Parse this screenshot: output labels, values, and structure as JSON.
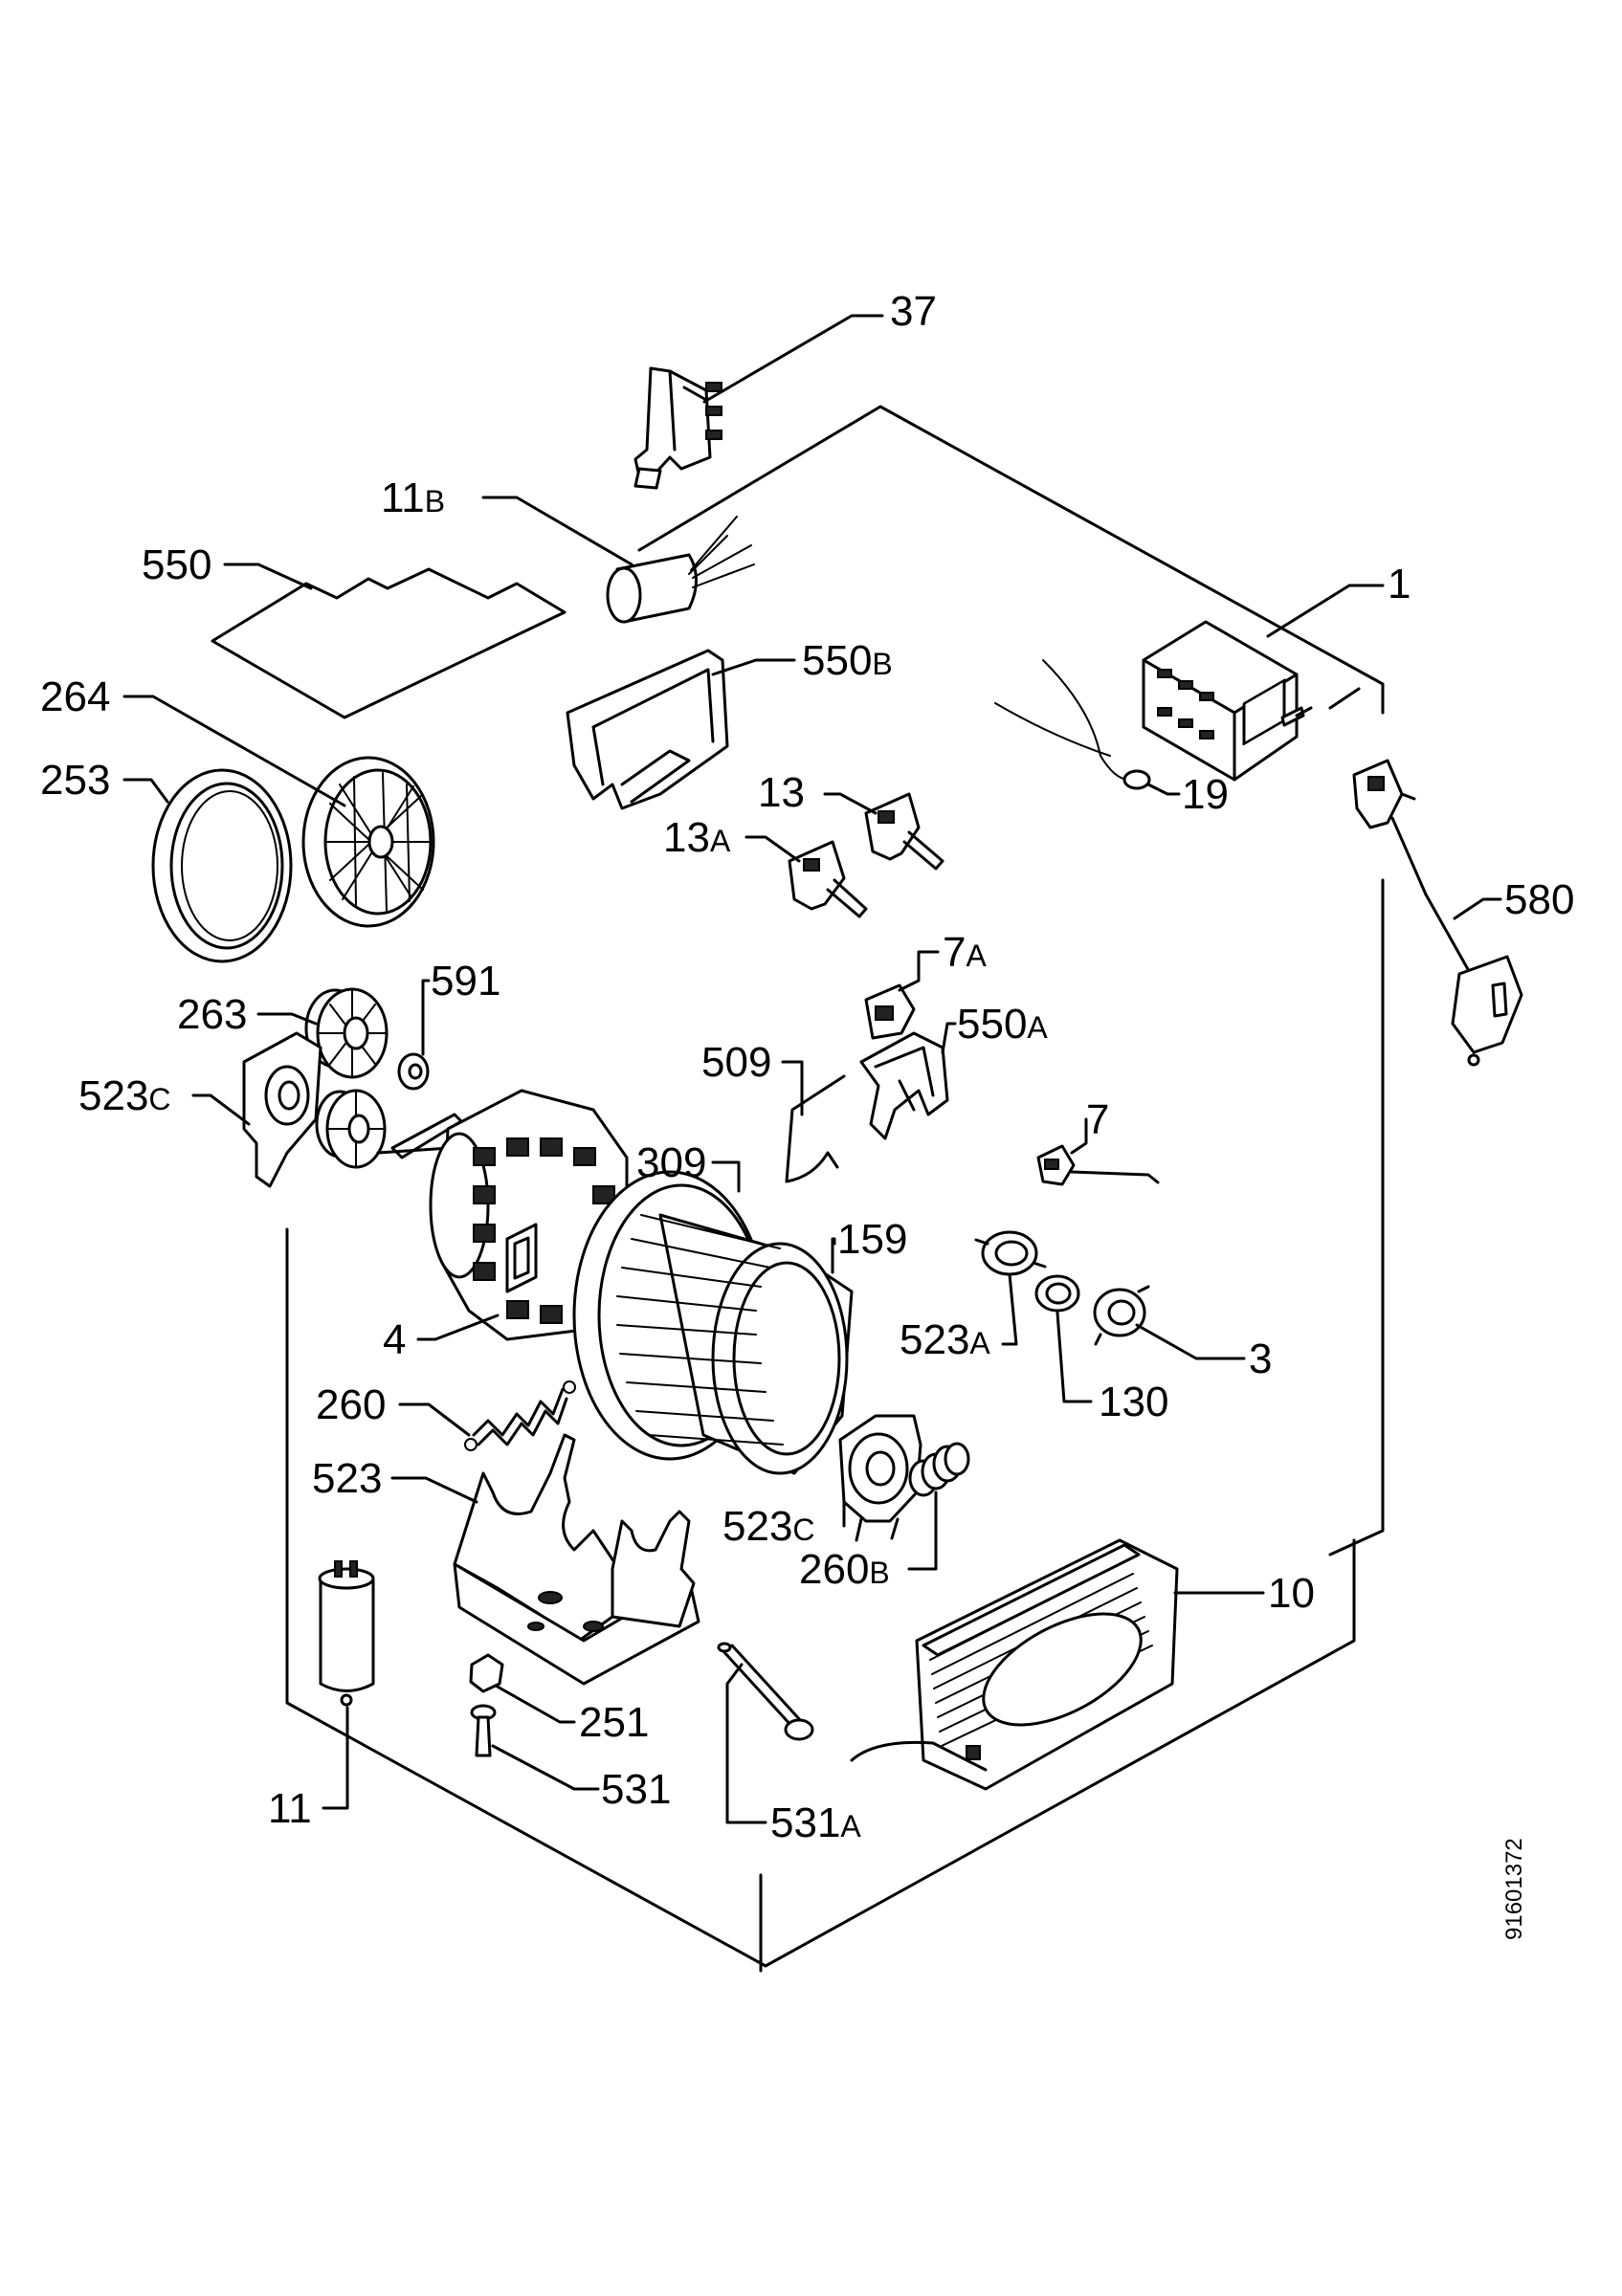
{
  "labels": {
    "l37": "37",
    "l11b": "11",
    "l11b_suffix": "B",
    "l550": "550",
    "l1": "1",
    "l264": "264",
    "l253": "253",
    "l550b": "550",
    "l550b_suffix": "B",
    "l19": "19",
    "l13": "13",
    "l13a": "13",
    "l13a_suffix": "A",
    "l580": "580",
    "l7a": "7",
    "l7a_suffix": "A",
    "l263": "263",
    "l591": "591",
    "l550a": "550",
    "l550a_suffix": "A",
    "l523c_left": "523",
    "l523c_left_suffix": "C",
    "l509": "509",
    "l7": "7",
    "l309": "309",
    "l159": "159",
    "l4": "4",
    "l523a": "523",
    "l523a_suffix": "A",
    "l3": "3",
    "l130": "130",
    "l260": "260",
    "l523": "523",
    "l523c_right": "523",
    "l523c_right_suffix": "C",
    "l260b": "260",
    "l260b_suffix": "B",
    "l10": "10",
    "l251": "251",
    "l11": "11",
    "l531": "531",
    "l531a": "531",
    "l531a_suffix": "A"
  },
  "reference_code": "91601372"
}
